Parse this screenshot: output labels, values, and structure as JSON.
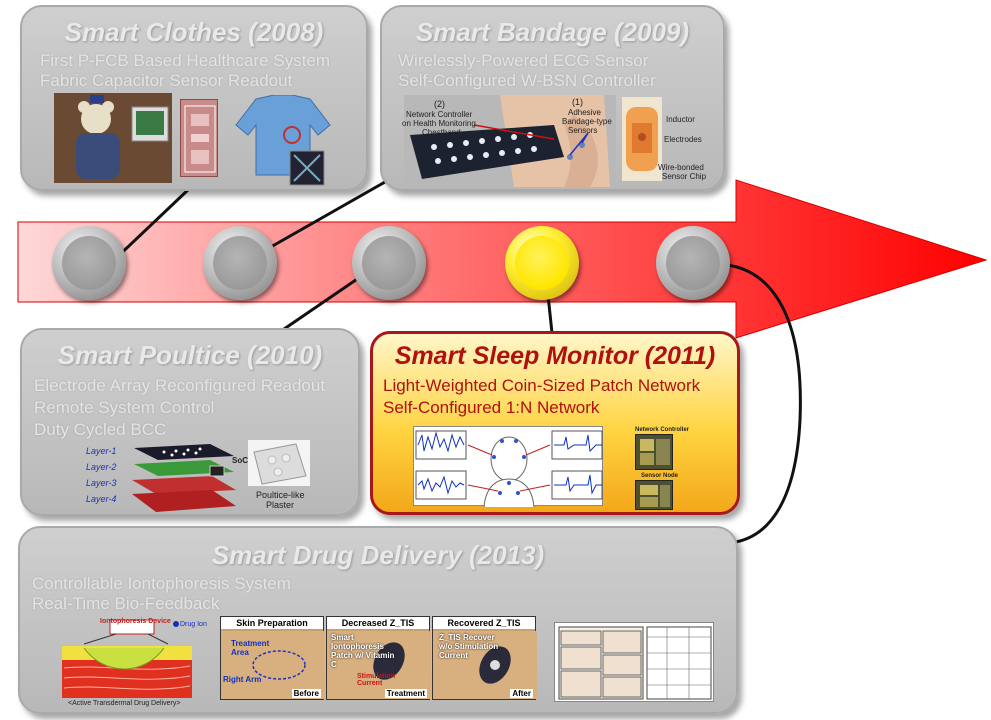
{
  "cards": {
    "clothes": {
      "title": "Smart Clothes (2008)",
      "lines": [
        "First P-FCB Based Healthcare System",
        "Fabric Capacitor Sensor Readout"
      ]
    },
    "bandage": {
      "title": "Smart Bandage (2009)",
      "lines": [
        "Wirelessly-Powered ECG Sensor",
        "Self-Configured W-BSN Controller"
      ],
      "labels": {
        "network": [
          "(2)",
          "Network Controller",
          "on Health Monitoring",
          "Chestband"
        ],
        "sensors": [
          "(1)",
          "Adhesive",
          "Bandage-type",
          "Sensors"
        ],
        "inductor": "Inductor",
        "electrodes": "Electrodes",
        "chip": [
          "Wire-bonded",
          "Sensor Chip"
        ]
      }
    },
    "poultice": {
      "title": "Smart Poultice (2010)",
      "lines": [
        "Electrode Array Reconfigured Readout",
        "Remote System Control",
        "Duty Cycled BCC"
      ],
      "layers": [
        "Layer-1",
        "Layer-2",
        "Layer-3",
        "Layer-4"
      ],
      "soc": "SoC",
      "plaster": [
        "Poultice-like",
        "Plaster"
      ]
    },
    "sleep": {
      "title": "Smart Sleep Monitor (2011)",
      "lines": [
        "Light-Weighted Coin-Sized Patch Network",
        "Self-Configured 1:N Network"
      ],
      "labels": {
        "network_controller": "Network Controller",
        "sensor_node": "Sensor Node"
      }
    },
    "drug": {
      "title": "Smart Drug Delivery (2013)",
      "lines": [
        "Controllable Iontophoresis System",
        "Real-Time Bio-Feedback"
      ],
      "device": "Iontophoresis Device",
      "drug_ion": "Drug Ion",
      "caption": "<Active Transdermal Drug Delivery>",
      "panels": [
        {
          "head": "Skin Preparation",
          "text": "Treatment Area",
          "extra": "Right Arm",
          "foot": "Before"
        },
        {
          "head": "Decreased Z_TIS",
          "text": "Smart Iontophoresis Patch w/ Vitamin C",
          "extra": "Stimulation Current",
          "foot": "Treatment"
        },
        {
          "head": "Recovered Z_TIS",
          "text": "Z_TIS Recover w/o Stimulation Current",
          "extra": "",
          "foot": "After"
        }
      ]
    }
  },
  "colors": {
    "arrow": "#ff1a1a",
    "highlight_border": "#a81818",
    "active_node": "#ffe600"
  }
}
